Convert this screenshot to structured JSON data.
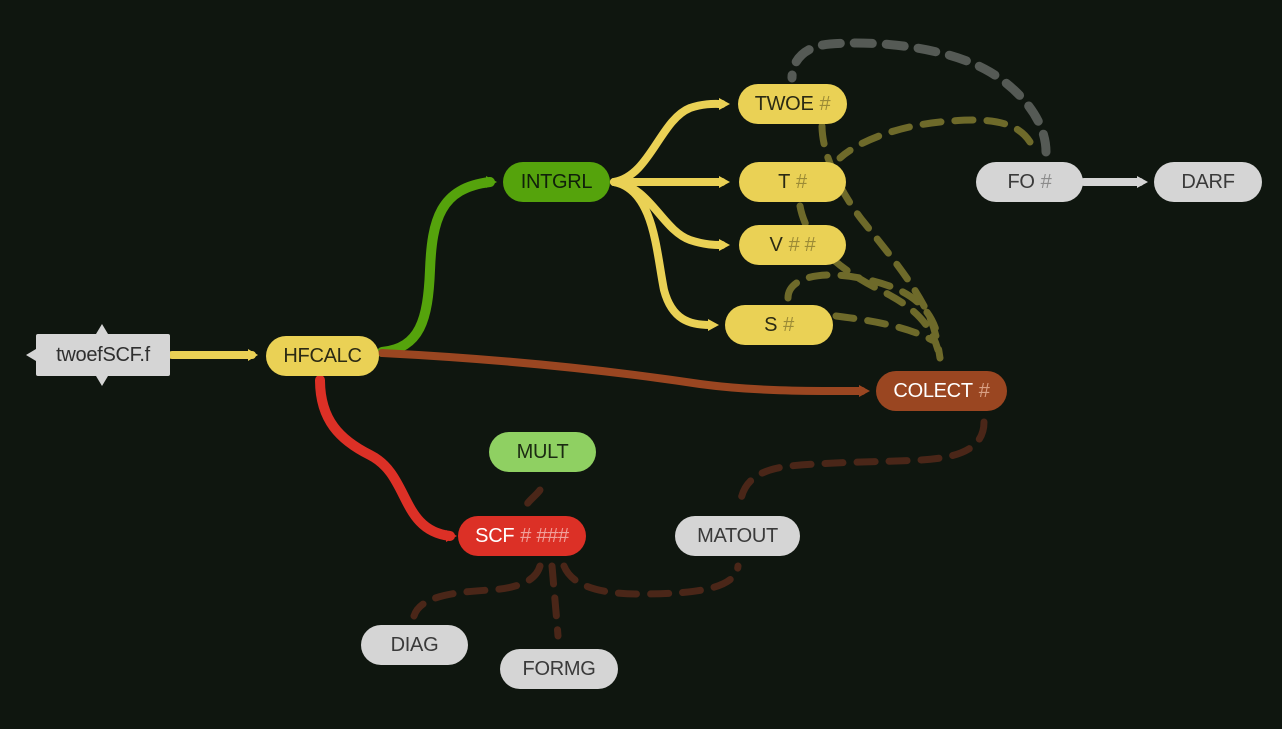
{
  "nodes": {
    "root": {
      "label": "twoefSCF.f",
      "hash": ""
    },
    "hfcalc": {
      "label": "HFCALC",
      "hash": ""
    },
    "intgrl": {
      "label": "INTGRL",
      "hash": ""
    },
    "twoe": {
      "label": "TWOE",
      "hash": "#"
    },
    "t": {
      "label": "T",
      "hash": "#"
    },
    "v": {
      "label": "V",
      "hash": "# #"
    },
    "s": {
      "label": "S",
      "hash": "#"
    },
    "fo": {
      "label": "FO",
      "hash": "#"
    },
    "darf": {
      "label": "DARF",
      "hash": ""
    },
    "colect": {
      "label": "COLECT",
      "hash": "#"
    },
    "mult": {
      "label": "MULT",
      "hash": ""
    },
    "scf": {
      "label": "SCF",
      "hash": "# ###"
    },
    "matout": {
      "label": "MATOUT",
      "hash": ""
    },
    "diag": {
      "label": "DIAG",
      "hash": ""
    },
    "formg": {
      "label": "FORMG",
      "hash": ""
    }
  },
  "colors": {
    "background": "#0f160f",
    "yellow": "#ead155",
    "green": "#55a30c",
    "light_green": "#8fd062",
    "red": "#dc3026",
    "brown": "#9a4621",
    "gray": "#d5d5d5",
    "dashed_olive": "#6e6a2a",
    "dashed_brown": "#4a2618",
    "dashed_gray": "#555a55"
  }
}
